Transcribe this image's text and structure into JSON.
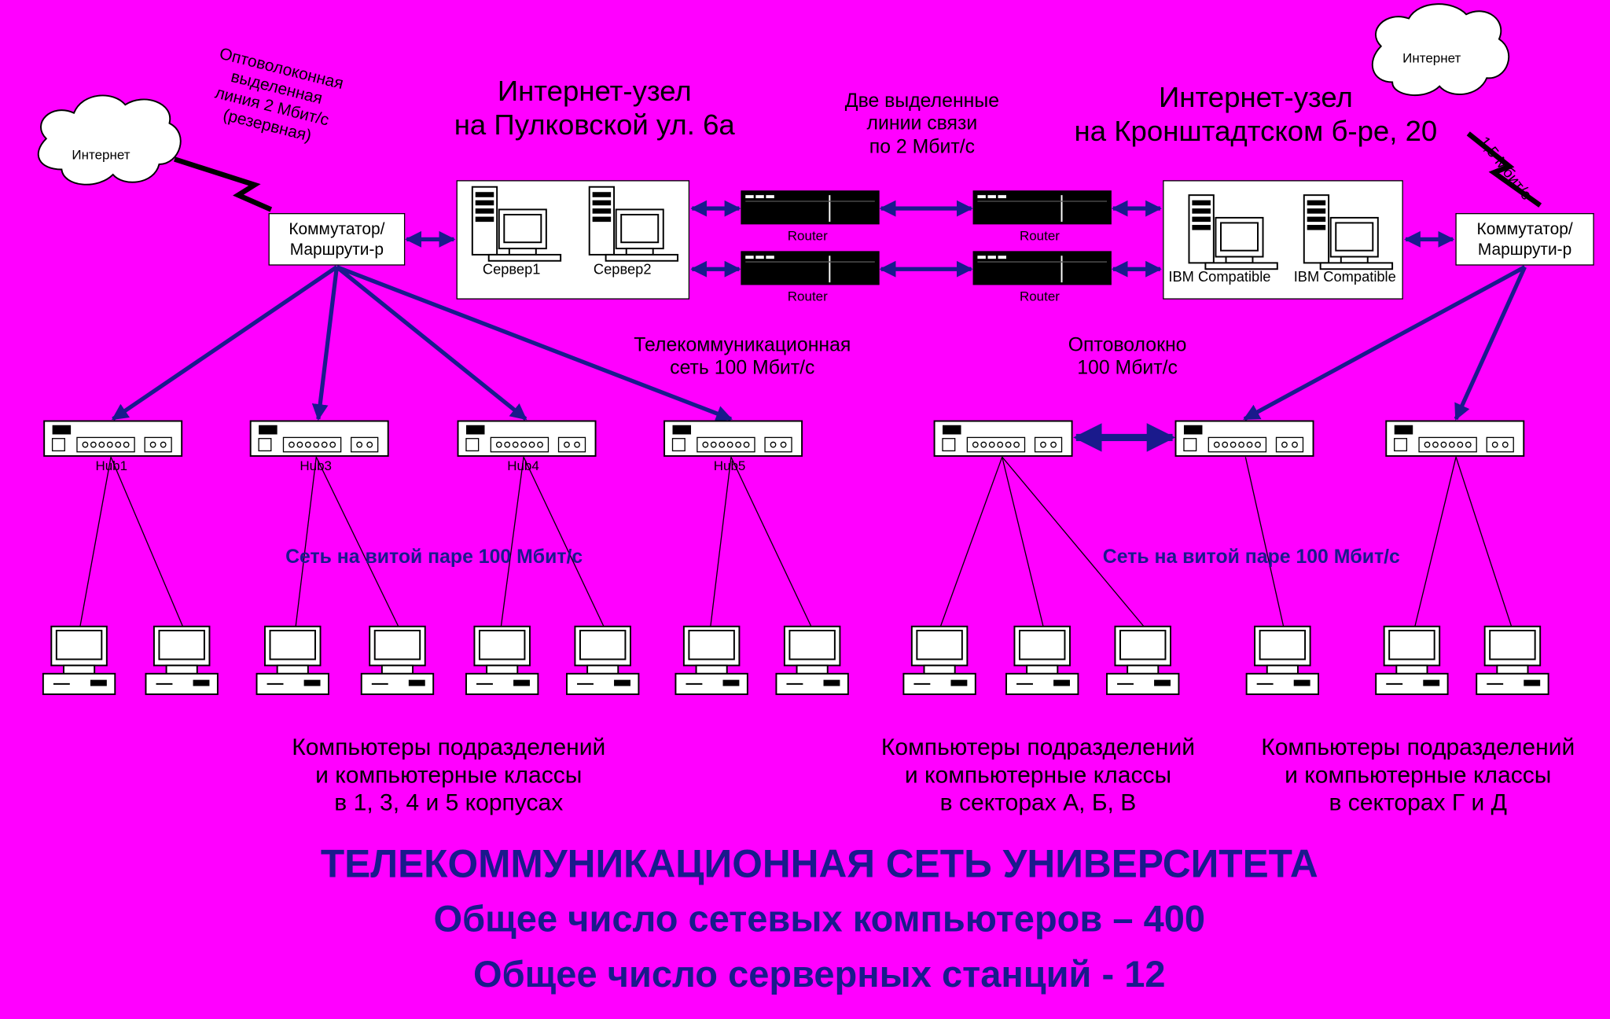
{
  "clouds": [
    {
      "label": "Интернет"
    },
    {
      "label": "Интернет"
    }
  ],
  "nodes": {
    "left_title": [
      "Интернет-узел",
      "на Пулковской ул. 6а"
    ],
    "right_title": [
      "Интернет-узел",
      "на Кронштадтском б-ре, 20"
    ],
    "lines_label": [
      "Две выделенные",
      "линии связи",
      "по 2 Мбит/с"
    ],
    "fiber_backup": [
      "Оптоволоконная",
      "выделенная",
      "линия 2 Мбит/с",
      "(резервная)"
    ],
    "speed_right": "1,5 Мбит/с",
    "telecom_label": [
      "Телекоммуникационная",
      "сеть 100 Мбит/с"
    ],
    "fiber_label": [
      "Оптоволокно",
      "100 Мбит/с"
    ],
    "twisted_pair": "Сеть на витой паре 100 Мбит/с"
  },
  "switches": {
    "left": [
      "Коммутатор/",
      "Маршрути-р"
    ],
    "right": [
      "Коммутатор/",
      "Маршрути-р"
    ]
  },
  "servers_left": [
    "Сервер1",
    "Сервер2"
  ],
  "servers_right": [
    "IBM Compatible",
    "IBM Compatible"
  ],
  "routers": [
    "Router",
    "Router",
    "Router",
    "Router"
  ],
  "hubs": [
    "Hub1",
    "Hub3",
    "Hub4",
    "Hub5"
  ],
  "dept_groups": [
    [
      "Компьютеры подразделений",
      "и компьютерные классы",
      "в 1, 3, 4 и 5 корпусах"
    ],
    [
      "Компьютеры подразделений",
      "и компьютерные классы",
      "в секторах А, Б, В"
    ],
    [
      "Компьютеры подразделений",
      "и компьютерные классы",
      "в секторах Г и Д"
    ]
  ],
  "footer": {
    "title": "ТЕЛЕКОММУНИКАЦИОННАЯ СЕТЬ УНИВЕРСИТЕТА",
    "line2": "Общее число сетевых компьютеров – 400",
    "line3": "Общее число серверных станций - 12"
  },
  "colors": {
    "background": "#ff00ff",
    "link": "#1a1a8c",
    "text_blue": "#1a1a8c"
  }
}
